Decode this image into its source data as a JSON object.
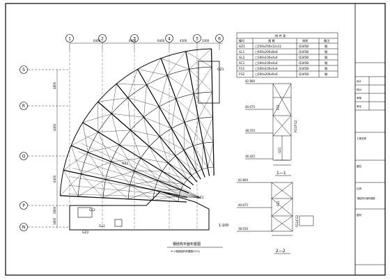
{
  "grid_axes_top": [
    "1",
    "2",
    "3",
    "4",
    "5",
    "6"
  ],
  "grid_axes_left": [
    "S",
    "R",
    "Q",
    "P",
    "N"
  ],
  "dims_top": [
    "6400",
    "6400",
    "6400",
    "4300",
    "3300"
  ],
  "dims_left": [
    "4800",
    "4400",
    "6400",
    "2800",
    "1800"
  ],
  "plan_scale": "1:100",
  "plan_title": "钢结构平面布置图",
  "plan_caption": "⑤-⑦轴钢结构布置图(GC1)",
  "member_labels": {
    "gz1_a": "GZ1",
    "gz1_b": "GZ1",
    "gz1_c": "GZ1",
    "gl1": "GL1",
    "gl2": "GL2",
    "gz2": "GZ2"
  },
  "table": {
    "title": "构 件 表",
    "headers": [
      "编号",
      "规 格",
      "材质",
      "备注"
    ],
    "rows": [
      [
        "GZ1",
        "□250x250x12x12",
        "Q345B",
        "钢"
      ],
      [
        "GL1",
        "□400x200x8x8",
        "Q345B",
        "钢"
      ],
      [
        "GL2",
        "□100x100x4x4",
        "Q345B",
        "钢"
      ],
      [
        "SC1",
        "□100x100x4x4",
        "Q345B",
        "钢"
      ],
      [
        "FG1",
        "□100x100x4x4",
        "Q345B",
        "钢"
      ],
      [
        "FG2",
        "□200x200x6x6",
        "Q345B",
        "钢"
      ]
    ]
  },
  "section_1": {
    "label": "1—1",
    "elevations": [
      "42.800",
      "40.675",
      "38.550",
      "36.425"
    ],
    "members": [
      "FG1",
      "FG1/FG2",
      "GZ1"
    ]
  },
  "section_2": {
    "label": "2—2",
    "elevations": [
      "42.800",
      "40.675",
      "38.550"
    ],
    "members": [
      "FG1",
      "FG1/FG2"
    ]
  },
  "title_block": {
    "rows": [
      "设计",
      "校对",
      "审核",
      "审定",
      "工程名称",
      "图名",
      "比例",
      "图号"
    ],
    "drawing_name": "钢结构平面布置图"
  },
  "colors": {
    "line": "#000000",
    "paper": "#ffffff"
  }
}
